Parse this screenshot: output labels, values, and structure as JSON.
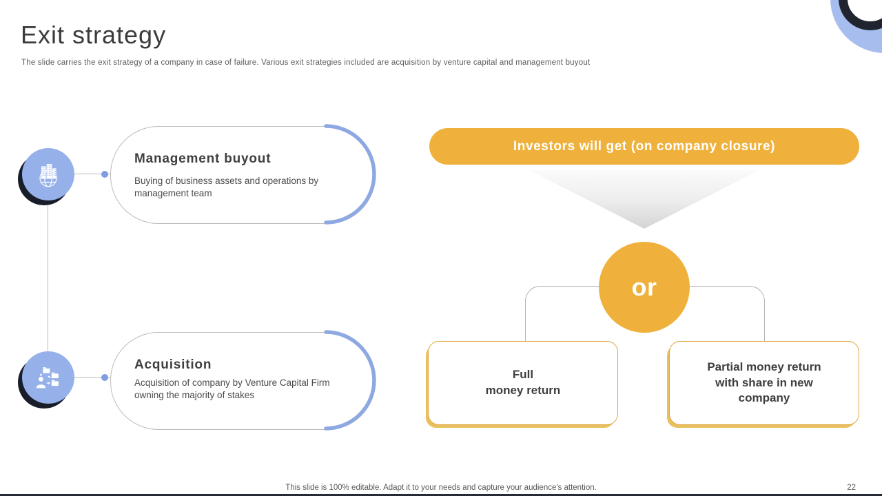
{
  "slide": {
    "title": "Exit strategy",
    "subtitle": "The slide carries the exit strategy of a company in case of failure. Various exit strategies included are acquisition by venture capital and management buyout",
    "footer_note": "This slide is 100% editable. Adapt it to your needs and capture your audience's attention.",
    "page_number": "22"
  },
  "exit_strategies": [
    {
      "title": "Management buyout",
      "description": "Buying of business assets and operations by management team",
      "icon": "buildings-globe-icon"
    },
    {
      "title": "Acquisition",
      "description": "Acquisition of company by Venture Capital Firm owning the majority of stakes",
      "icon": "person-folders-icon"
    }
  ],
  "investor_outcome": {
    "banner_label": "Investors will get (on company closure)",
    "or_label": "or",
    "options": [
      {
        "label": "Full\nmoney return"
      },
      {
        "label": "Partial money return\nwith share in new\ncompany"
      }
    ]
  },
  "colors": {
    "accent_orange": "#efb13c",
    "accent_blue": "#a6bdee",
    "icon_blue": "#96b1ea",
    "arc_blue": "#8ea9e2",
    "dark_navy": "#20242e"
  }
}
